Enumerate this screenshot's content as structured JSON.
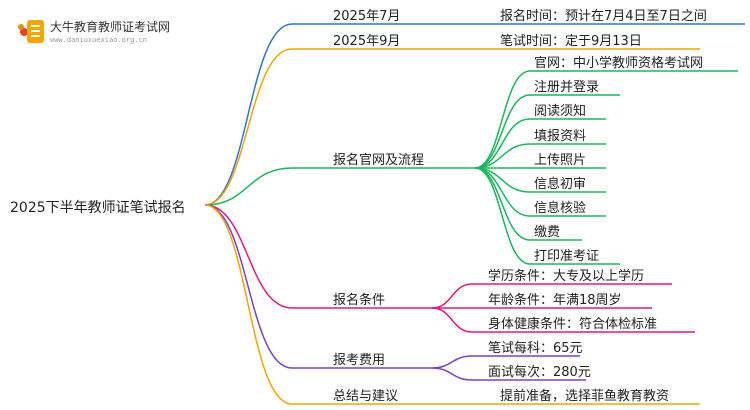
{
  "logo": {
    "name": "大牛教育教师证考试网",
    "url": "www.daniuxuexiao.org.cn"
  },
  "colors": {
    "blue": "#2f73d9",
    "orange": "#f0a500",
    "green": "#18b85c",
    "pink": "#e8197a",
    "purple": "#7b3fd6"
  },
  "root": "2025下半年教师证笔试报名",
  "branches": [
    {
      "label": "2025年7月",
      "children": [
        "报名时间：预计在7月4日至7日之间"
      ]
    },
    {
      "label": "2025年9月",
      "children": [
        "笔试时间：定于9月13日"
      ]
    },
    {
      "label": "报名官网及流程",
      "children": [
        "官网：中小学教师资格考试网",
        "注册并登录",
        "阅读须知",
        "填报资料",
        "上传照片",
        "信息初审",
        "信息核验",
        "缴费",
        "打印准考证"
      ]
    },
    {
      "label": "报名条件",
      "children": [
        "学历条件：大专及以上学历",
        "年龄条件：年满18周岁",
        "身体健康条件：符合体检标准"
      ]
    },
    {
      "label": "报考费用",
      "children": [
        "笔试每科：65元",
        "面试每次：280元"
      ]
    },
    {
      "label": "总结与建议",
      "children": [
        "提前准备，选择菲鱼教育教资"
      ]
    }
  ]
}
